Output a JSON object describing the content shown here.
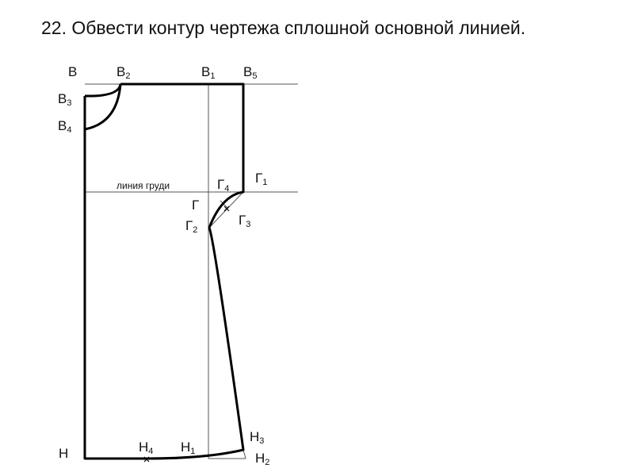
{
  "title": "22. Обвести контур чертежа сплошной основной линией.",
  "chest_line_label": "линия груди",
  "points": {
    "B": {
      "base": "В",
      "sub": ""
    },
    "B2": {
      "base": "В",
      "sub": "2"
    },
    "B1": {
      "base": "В",
      "sub": "1"
    },
    "B5": {
      "base": "В",
      "sub": "5"
    },
    "B3": {
      "base": "В",
      "sub": "3"
    },
    "B4": {
      "base": "В",
      "sub": "4"
    },
    "G": {
      "base": "Г",
      "sub": ""
    },
    "G1": {
      "base": "Г",
      "sub": "1"
    },
    "G2": {
      "base": "Г",
      "sub": "2"
    },
    "G3": {
      "base": "Г",
      "sub": "3"
    },
    "G4": {
      "base": "Г",
      "sub": "4"
    },
    "H": {
      "base": "Н",
      "sub": ""
    },
    "H1": {
      "base": "Н",
      "sub": "1"
    },
    "H2": {
      "base": "Н",
      "sub": "2"
    },
    "H3": {
      "base": "Н",
      "sub": "3"
    },
    "H4": {
      "base": "Н",
      "sub": "4"
    }
  }
}
